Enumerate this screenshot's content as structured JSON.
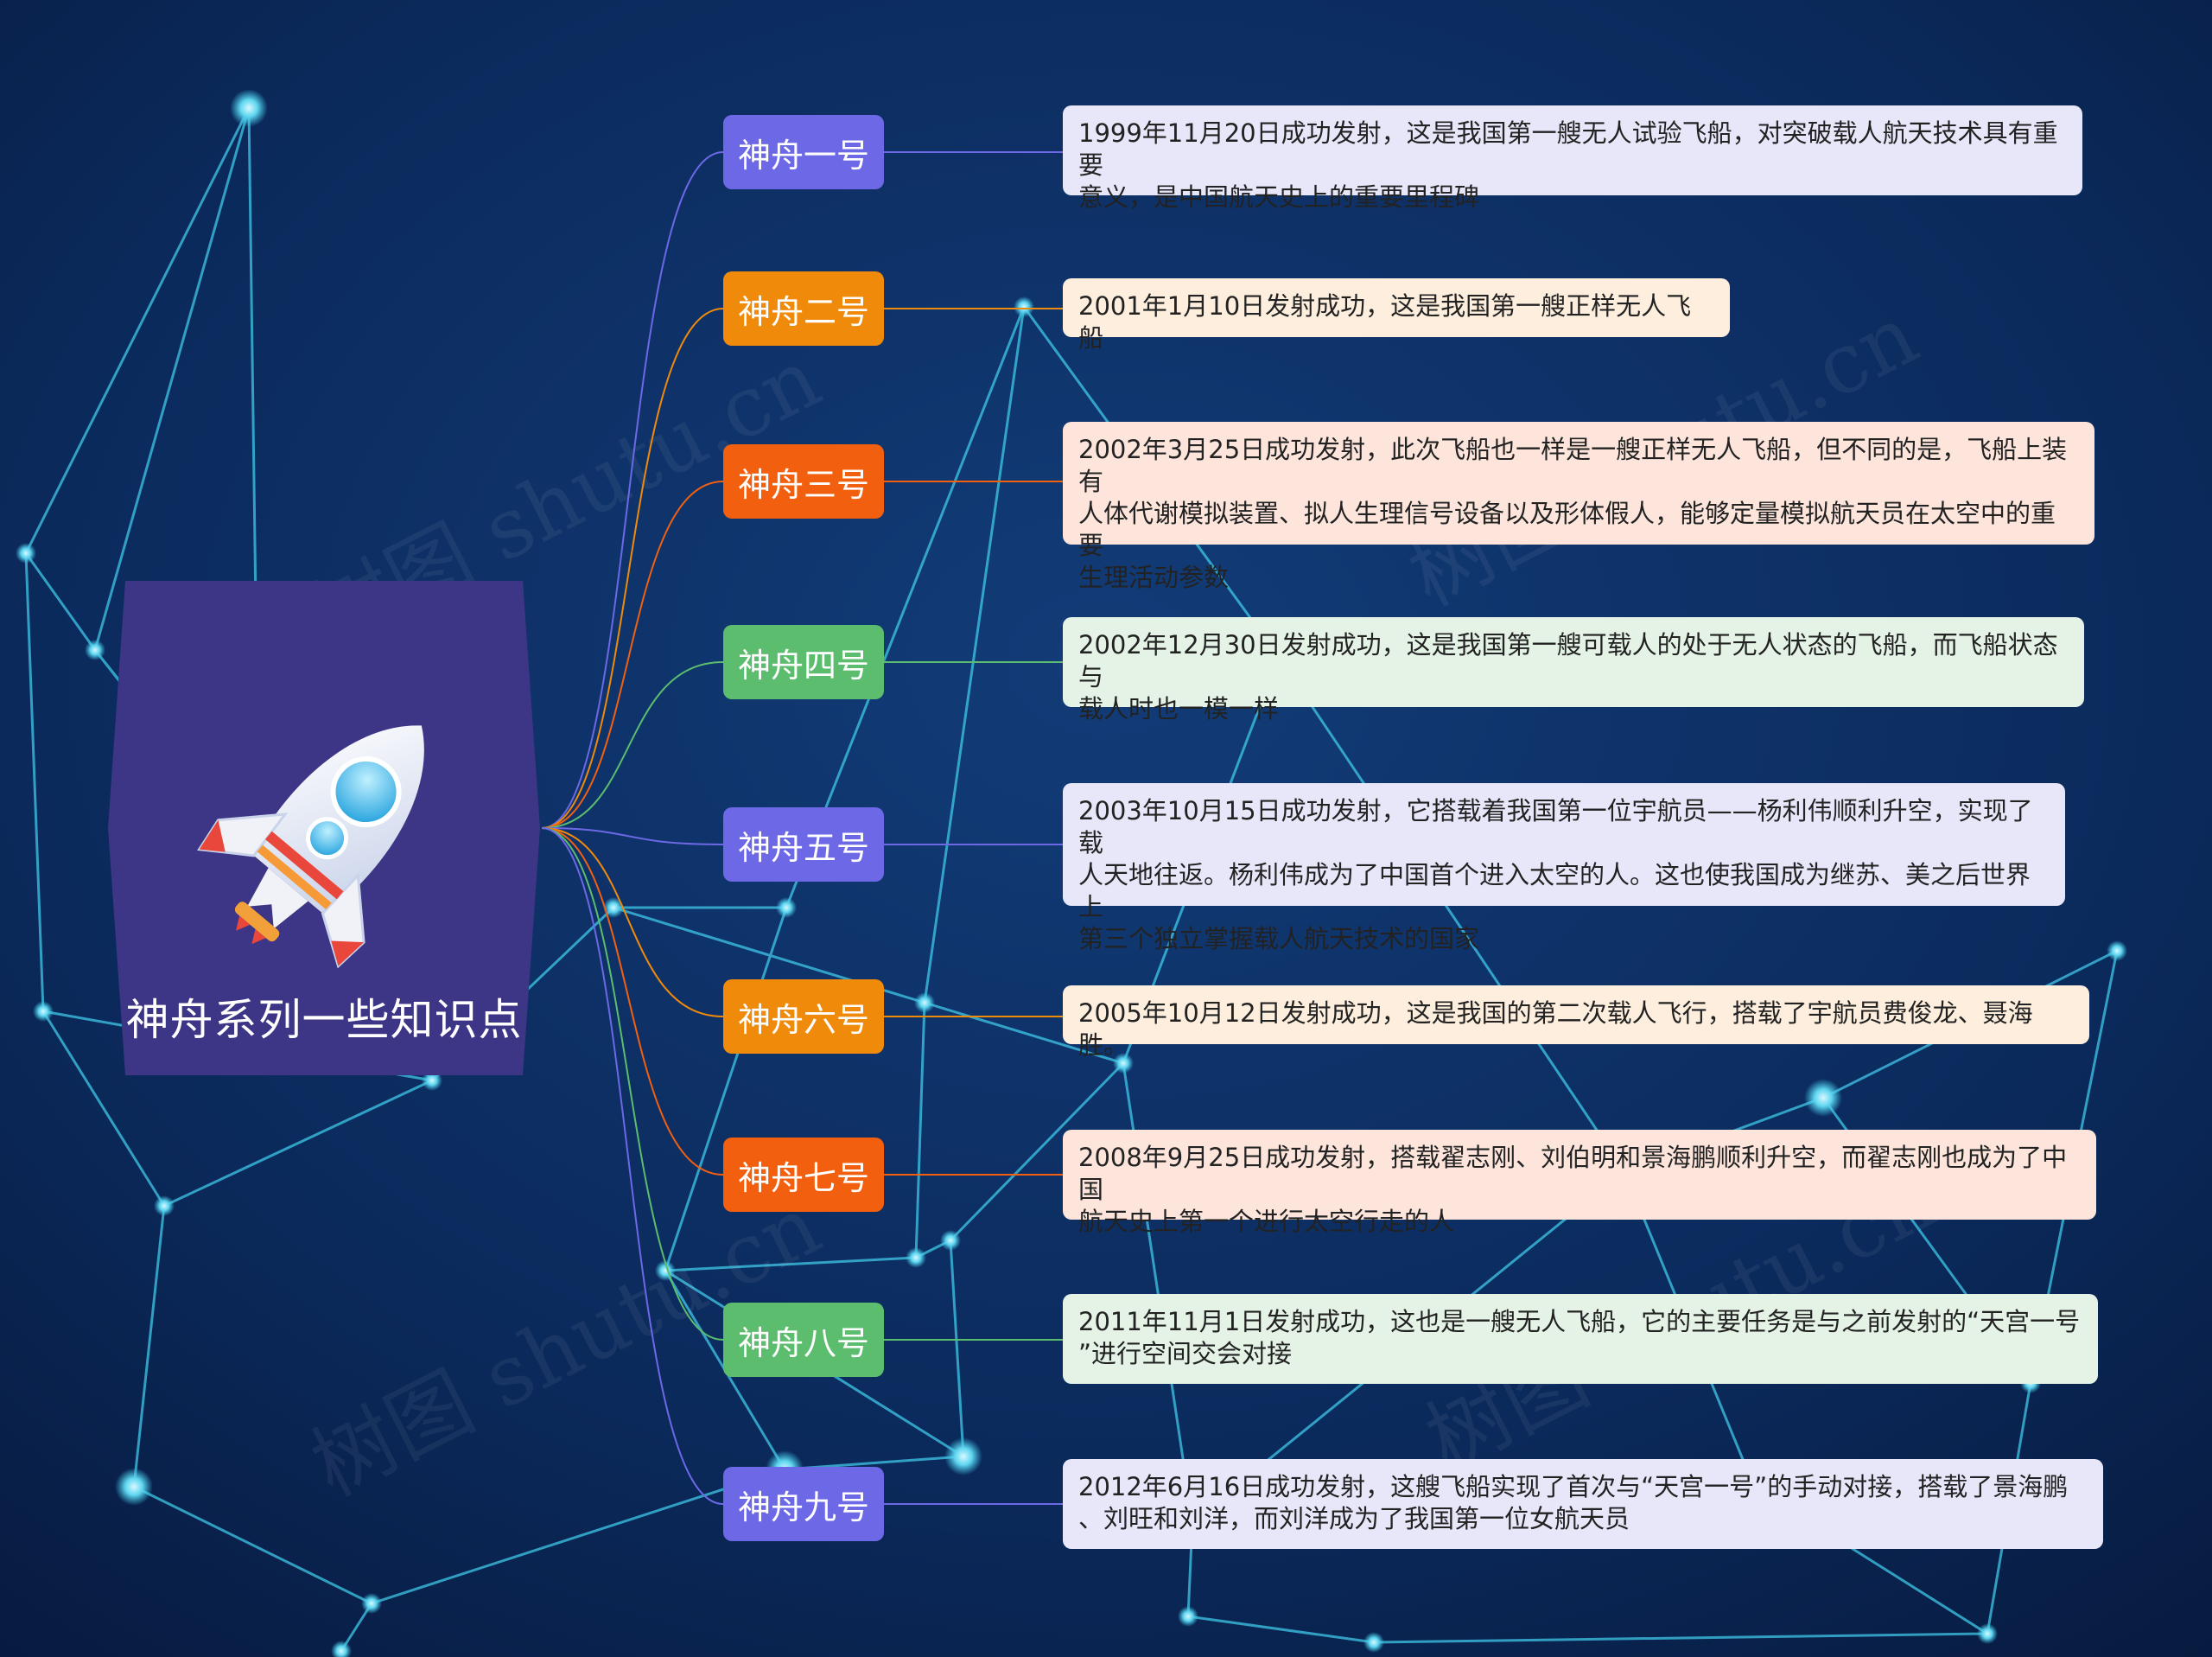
{
  "root": {
    "title": "神舟系列一些知识点",
    "icon": "rocket-icon"
  },
  "colors": {
    "background": "#0b2350",
    "root_fill": "#3d3585",
    "network_line": "#3fc8e8",
    "purple": "#6c68e6",
    "orange": "#f08a0a",
    "red_orange": "#f2600f",
    "green": "#5cbd6e",
    "purple_leaf": "#e8e7fa",
    "orange_leaf": "#fdeedd",
    "red_leaf": "#fde5dc",
    "green_leaf": "#e4f3e6"
  },
  "branches": [
    {
      "label": "神舟一号",
      "color": "#6c68e6",
      "leaf_bg": "#e8e7fa",
      "detail": "1999年11月20日成功发射，这是我国第一艘无人试验飞船，对突破载人航天技术具有重要\n意义，是中国航天史上的重要里程碑"
    },
    {
      "label": "神舟二号",
      "color": "#f08a0a",
      "leaf_bg": "#fdeedd",
      "detail": "2001年1月10日发射成功，这是我国第一艘正样无人飞船"
    },
    {
      "label": "神舟三号",
      "color": "#f2600f",
      "leaf_bg": "#fde5dc",
      "detail": "2002年3月25日成功发射，此次飞船也一样是一艘正样无人飞船，但不同的是，飞船上装有\n人体代谢模拟装置、拟人生理信号设备以及形体假人，能够定量模拟航天员在太空中的重要\n生理活动参数"
    },
    {
      "label": "神舟四号",
      "color": "#5cbd6e",
      "leaf_bg": "#e4f3e6",
      "detail": "2002年12月30日发射成功，这是我国第一艘可载人的处于无人状态的飞船，而飞船状态与\n载人时也一模一样"
    },
    {
      "label": "神舟五号",
      "color": "#6c68e6",
      "leaf_bg": "#e8e7fa",
      "detail": "2003年10月15日成功发射，它搭载着我国第一位宇航员——杨利伟顺利升空，实现了载\n人天地往返。杨利伟成为了中国首个进入太空的人。这也使我国成为继苏、美之后世界上\n第三个独立掌握载人航天技术的国家"
    },
    {
      "label": "神舟六号",
      "color": "#f08a0a",
      "leaf_bg": "#fdeedd",
      "detail": "2005年10月12日发射成功，这是我国的第二次载人飞行，搭载了宇航员费俊龙、聂海胜。"
    },
    {
      "label": "神舟七号",
      "color": "#f2600f",
      "leaf_bg": "#fde5dc",
      "detail": "2008年9月25日成功发射，搭载翟志刚、刘伯明和景海鹏顺利升空，而翟志刚也成为了中国\n航天史上第一个进行太空行走的人"
    },
    {
      "label": "神舟八号",
      "color": "#5cbd6e",
      "leaf_bg": "#e4f3e6",
      "detail": "2011年11月1日发射成功，这也是一艘无人飞船，它的主要任务是与之前发射的“天宫一号\n”进行空间交会对接"
    },
    {
      "label": "神舟九号",
      "color": "#6c68e6",
      "leaf_bg": "#e8e7fa",
      "detail": "2012年6月16日成功发射，这艘飞船实现了首次与“天宫一号”的手动对接，搭载了景海鹏\n、刘旺和刘洋，而刘洋成为了我国第一位女航天员"
    }
  ],
  "watermark": "树图 shutu.cn"
}
